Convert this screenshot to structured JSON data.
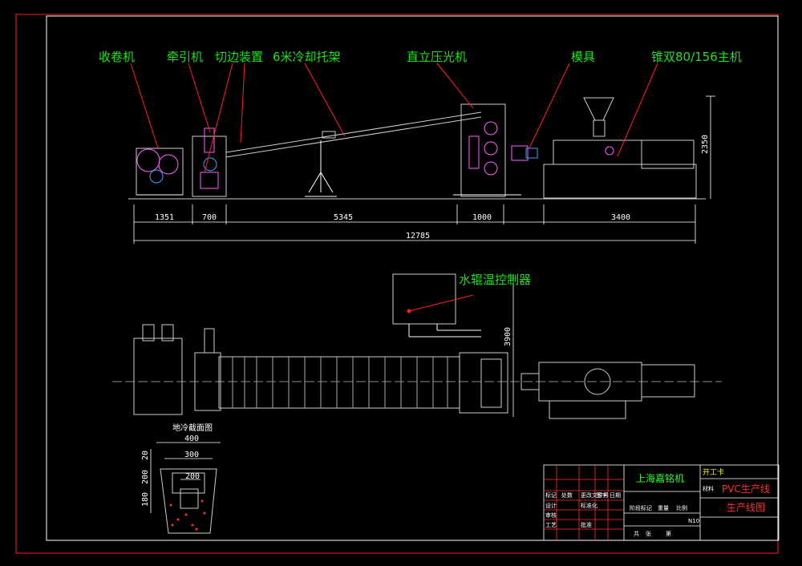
{
  "labels": {
    "winder": "收卷机",
    "haul_off": "牵引机",
    "cutter": "切边装置",
    "cooling_rack": "6米冷却托架",
    "calender": "直立压光机",
    "die": "模具",
    "extruder": "锥双80/156主机",
    "temp_controller": "水辊温控制器",
    "section_title": "地冷截面图"
  },
  "dimensions": {
    "d1": "1351",
    "d2": "700",
    "d3": "5345",
    "d4": "1000",
    "d5": "3400",
    "total": "12785",
    "height": "2350",
    "plan_height": "3900",
    "sec_w1": "400",
    "sec_w2": "300",
    "sec_w3": "200",
    "sec_h1": "20",
    "sec_h2": "200",
    "sec_h3": "180"
  },
  "title_block": {
    "company": "上海嘉铭机",
    "product": "PVC生产线",
    "drawing": "生产线图",
    "stage": "开工卡",
    "r1": "标记",
    "r2": "处数",
    "r3": "更改文件号",
    "r4": "签字",
    "r5": "日期",
    "r6": "设计",
    "r7": "标准化",
    "r8": "审核",
    "r9": "工艺",
    "r10": "批准",
    "c1": "阶段标记",
    "c2": "重量",
    "c3": "比例",
    "c4": "共",
    "c5": "张",
    "c6": "第",
    "c7": "N10",
    "c8": "材料"
  }
}
